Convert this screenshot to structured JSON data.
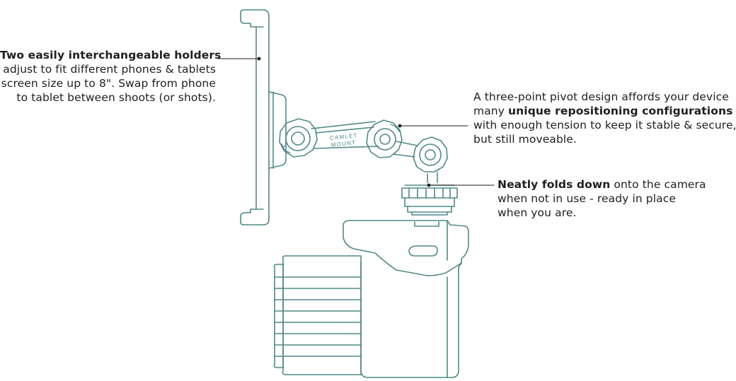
{
  "colors": {
    "outline": "#4e8a87",
    "text": "#1e1e1e",
    "leader": "#1e1e1e",
    "background": "#ffffff"
  },
  "arm_logo": {
    "line1": "CAMLET",
    "line2": "MOUNT"
  },
  "annotations": {
    "holders": {
      "bold": "Two easily interchangeable holders",
      "lines": [
        "adjust to fit different phones & tablets",
        "screen size up to 8\". Swap from phone",
        "to tablet between shoots (or shots)."
      ]
    },
    "pivot": {
      "line1": "A three-point pivot design affords your device",
      "line2_prefix": "many ",
      "line2_bold": "unique repositioning configurations",
      "line2_suffix": " -",
      "line3": "with enough tension to keep it stable & secure,",
      "line4": "but still moveable."
    },
    "fold": {
      "bold": "Neatly folds down",
      "line1_suffix": " onto the camera",
      "line2": "when not in use - ready in place",
      "line3": "when you are."
    }
  }
}
